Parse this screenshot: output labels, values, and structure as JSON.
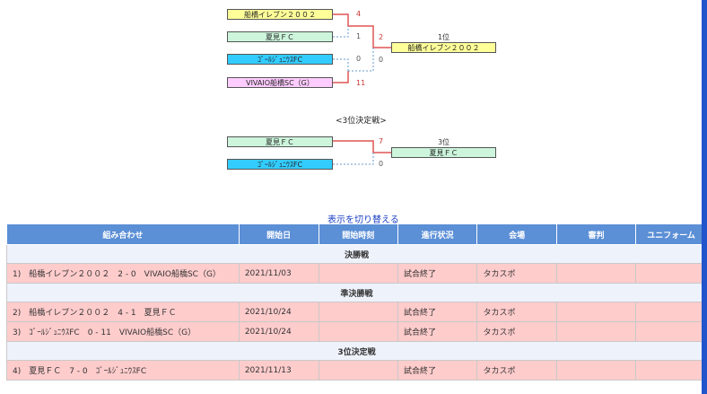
{
  "bracket": {
    "teams": [
      "船橋イレブン２００２",
      "夏見ＦＣ",
      "ｺﾞｰﾙｼﾞｭﾆｳｽFC",
      "VIVAIO船橋SC（G）"
    ],
    "scores": {
      "s1": "4",
      "s2": "1",
      "s3": "0",
      "s4": "11",
      "f1": "2",
      "f2": "0"
    },
    "first_label": "1位",
    "first_team": "船橋イレブン２００２",
    "third_title": "<3位決定戦>",
    "third_teams": [
      "夏見ＦＣ",
      "ｺﾞｰﾙｼﾞｭﾆｳｽFC"
    ],
    "third_scores": {
      "a": "7",
      "b": "0"
    },
    "third_label": "3位",
    "third_team": "夏見ＦＣ"
  },
  "toggle_link": "表示を切り替える",
  "table": {
    "headers": [
      "組み合わせ",
      "開始日",
      "開始時刻",
      "進行状況",
      "会場",
      "審判",
      "ユニフォーム"
    ],
    "sections": [
      {
        "title": "決勝戦",
        "rows": [
          {
            "match": "1)　船橋イレブン２００２　2 - 0　VIVAIO船橋SC（G）",
            "date": "2021/11/03",
            "time": "",
            "status": "試合終了",
            "venue": "タカスポ",
            "referee": "",
            "uniform": ""
          }
        ]
      },
      {
        "title": "準決勝戦",
        "rows": [
          {
            "match": "2)　船橋イレブン２００２　4 - 1　夏見ＦＣ",
            "date": "2021/10/24",
            "time": "",
            "status": "試合終了",
            "venue": "タカスポ",
            "referee": "",
            "uniform": ""
          },
          {
            "match": "3)　ｺﾞｰﾙｼﾞｭﾆｳｽFC　0 - 11　VIVAIO船橋SC（G）",
            "date": "2021/10/24",
            "time": "",
            "status": "試合終了",
            "venue": "タカスポ",
            "referee": "",
            "uniform": ""
          }
        ]
      },
      {
        "title": "3位決定戦",
        "rows": [
          {
            "match": "4)　夏見ＦＣ　7 - 0　ｺﾞｰﾙｼﾞｭﾆｳｽFC",
            "date": "2021/11/13",
            "time": "",
            "status": "試合終了",
            "venue": "タカスポ",
            "referee": "",
            "uniform": ""
          }
        ]
      }
    ]
  },
  "colors": {
    "win_line": "#e05555",
    "lose_line": "#6699cc",
    "header_bg": "#5b8fd6",
    "row_bg": "#ffcccc"
  }
}
